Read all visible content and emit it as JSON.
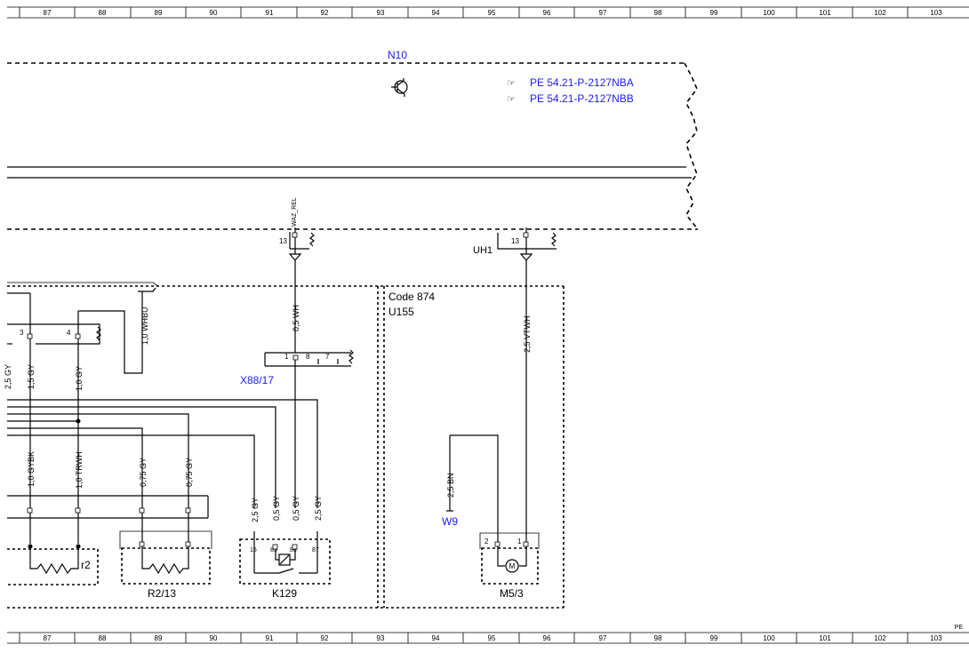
{
  "ruler": {
    "top": [
      "87",
      "88",
      "89",
      "90",
      "91",
      "92",
      "93",
      "94",
      "95",
      "96",
      "97",
      "98",
      "99",
      "100",
      "101",
      "102",
      "103"
    ],
    "bottom": [
      "87",
      "88",
      "89",
      "90",
      "91",
      "92",
      "93",
      "94",
      "95",
      "96",
      "97",
      "98",
      "99",
      "100",
      "101",
      "102",
      "103"
    ],
    "corner": "PE"
  },
  "components": {
    "n10": "N10",
    "k129": "K129",
    "m5_3": "M5/3",
    "r2_13": "R2/13",
    "r2": "r2",
    "x88_17": "X88/17",
    "w9": "W9",
    "uh1": "UH1"
  },
  "references": [
    {
      "icon": "hand-pointer-icon",
      "text": "PE 54.21-P-2127NBA"
    },
    {
      "icon": "hand-pointer-icon",
      "text": "PE 54.21-P-2127NBB"
    }
  ],
  "code_box": {
    "line1": "Code 874",
    "line2": "U155"
  },
  "signals": {
    "waz_rel": "WAZ_REL"
  },
  "wires": {
    "w1": "1,0 WHBU",
    "w2": "0,5 WH",
    "w3": "2,5 VTWH",
    "w4": "2,5 GY",
    "w5": "1,5 GY",
    "w6": "1,0 GY",
    "w7": "1,0 GYBK",
    "w8": "1,0 TRWH",
    "w9": "0,75 GY",
    "w10": "0,75 GY",
    "w11": "2,5 GY",
    "w12": "0,5 GY",
    "w13": "0,5 GY",
    "w14": "2,5 GY",
    "w15": "2,5 BN"
  },
  "pins": {
    "p13a": "13",
    "p13b": "13",
    "p3": "3",
    "p4": "4",
    "x1": "1",
    "x8": "8",
    "x7": "7",
    "k15": "15",
    "k85": "85",
    "k86": "86",
    "k87": "87",
    "m2": "2",
    "m1": "1"
  }
}
